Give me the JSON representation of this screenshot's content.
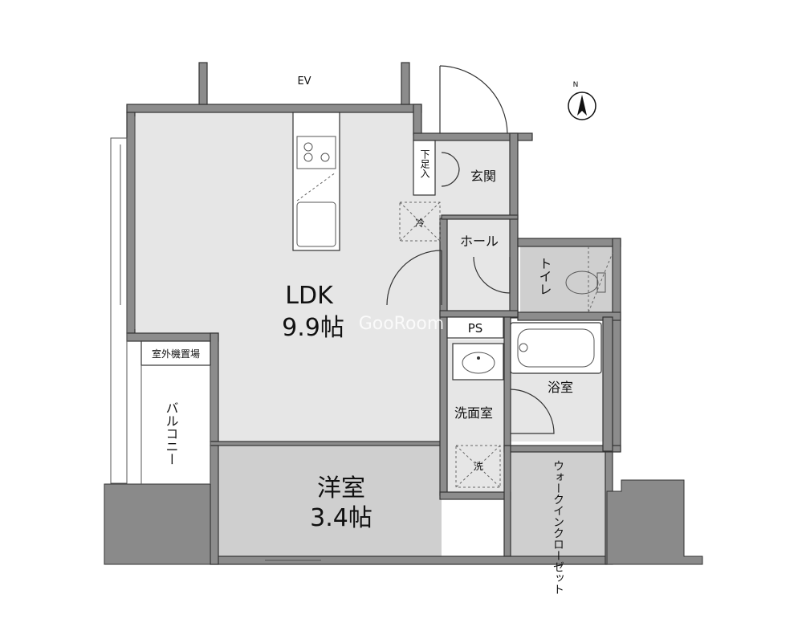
{
  "labels": {
    "ev": "EV",
    "ldk": "LDK",
    "ldk_size": "9.9帖",
    "genkan": "玄関",
    "geta": "下足入",
    "rei": "冷",
    "hall": "ホール",
    "toilet": "トイレ",
    "ps": "PS",
    "bath": "浴室",
    "senmen": "洗面室",
    "sen": "洗",
    "youshitsu": "洋室",
    "youshitsu_size": "3.4帖",
    "wic": "ウォークインクローゼット",
    "balcony": "バルコニー",
    "outdoor_unit": "室外機置場",
    "compass": "N",
    "watermark": "GooRoom"
  }
}
